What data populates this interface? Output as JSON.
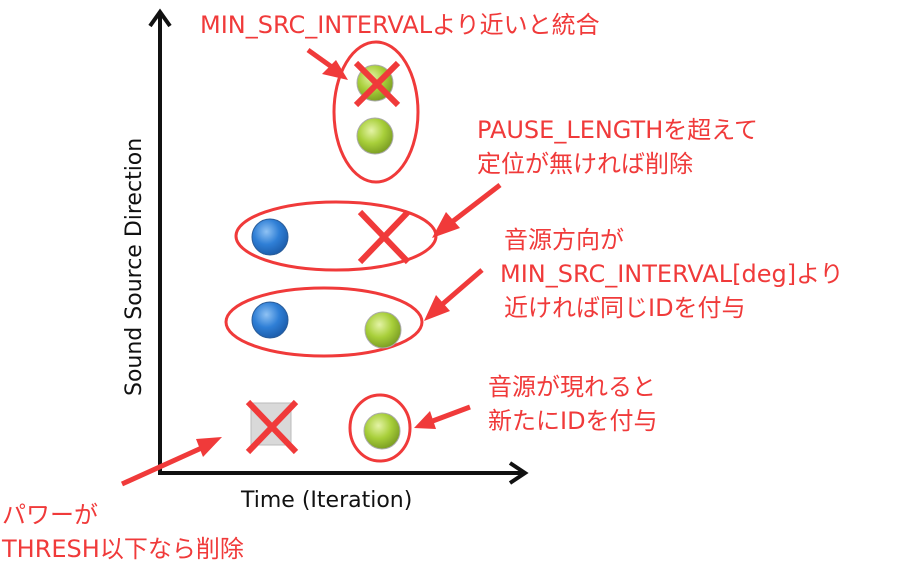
{
  "axes": {
    "x_label": "Time (Iteration)",
    "y_label": "Sound Source Direction"
  },
  "annotations": {
    "merge": "MIN_SRC_INTERVALより近いと統合",
    "pause": [
      "PAUSE_LENGTHを超えて",
      "定位が無ければ削除"
    ],
    "same_id": [
      "音源方向が",
      "MIN_SRC_INTERVAL[deg]より",
      "近ければ同じIDを付与"
    ],
    "new_id": [
      "音源が現れると",
      "新たにIDを付与"
    ],
    "power": [
      "パワーが",
      "THRESH以下なら削除"
    ]
  },
  "colors": {
    "annotation": "#f03a3a",
    "blue_source": "#2f7fd6",
    "green_source": "#a8cf3a"
  }
}
